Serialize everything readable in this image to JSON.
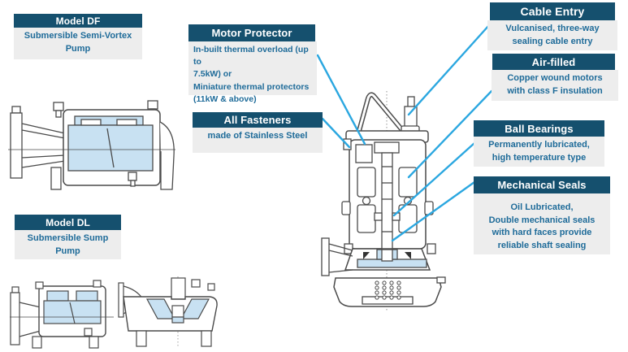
{
  "palette": {
    "header_bg": "#15506E",
    "header_text": "#FFFFFF",
    "body_bg": "#EDEDED",
    "body_text": "#1E6B99",
    "callout_line": "#2BA7E0",
    "drawing_line": "#4A4A4A",
    "drawing_fill": "#C8E1F2"
  },
  "models": {
    "df": {
      "title": "Model DF",
      "body": "Submersible Semi-Vortex\nPump"
    },
    "dl": {
      "title": "Model DL",
      "body": "Submersible Sump\nPump"
    }
  },
  "callouts": {
    "motor_protector": {
      "title": "Motor Protector",
      "body": "In-built thermal overload (up to\n7.5kW) or\nMiniature thermal protectors\n(11kW & above)"
    },
    "all_fasteners": {
      "title": "All Fasteners",
      "body": "made of Stainless Steel"
    },
    "cable_entry": {
      "title": "Cable Entry",
      "body": "Vulcanised, three-way\nsealing cable entry"
    },
    "air_filled": {
      "title": "Air-filled",
      "body": "Copper wound motors\nwith class F insulation"
    },
    "ball_bearings": {
      "title": "Ball Bearings",
      "body": "Permanently lubricated,\nhigh temperature type"
    },
    "mechanical_seals": {
      "title": "Mechanical Seals",
      "body": "Oil Lubricated,\nDouble mechanical seals\nwith hard faces provide\nreliable shaft sealing"
    }
  }
}
